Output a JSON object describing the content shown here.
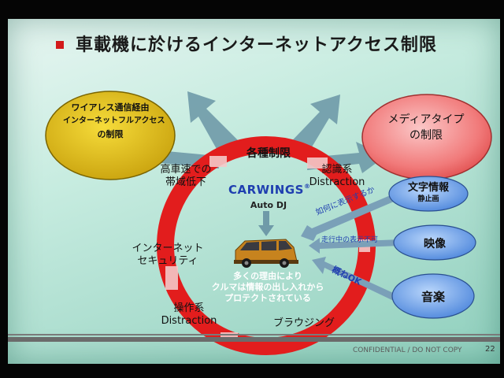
{
  "slide": {
    "title": "車載機に於けるインターネットアクセス制限",
    "footer": "CONFIDENTIAL / DO NOT COPY",
    "page_number": "22"
  },
  "ellipses": {
    "wireless_line1": "ワイアレス通信経由",
    "wireless_line2": "インターネットフルアクセス",
    "wireless_line3": "の制限",
    "media_line1": "メディアタイプ",
    "media_line2": "の制限"
  },
  "ring": {
    "top_label": "各種制限",
    "highspeed_line1": "高車速での",
    "highspeed_line2": "帯域低下",
    "recognition_line1": "認識系",
    "recognition_line2": "Distraction",
    "security_line1": "インターネット",
    "security_line2": "セキュリティ",
    "reasons_line1": "多くの理由により",
    "reasons_line2": "クルマは情報の出し入れから",
    "reasons_line3": "プロテクトされている",
    "operation_line1": "操作系",
    "operation_line2": "Distraction",
    "browsing": "ブラウジング"
  },
  "brand": {
    "logo_text": "CARWINGS",
    "reg_mark": "®",
    "subtitle": "Auto DJ"
  },
  "media_types": {
    "text_line1": "文字情報",
    "text_line2": "静止画",
    "video": "映像",
    "music": "音楽"
  },
  "arrows": {
    "how_to_display": "如何に表示するか",
    "no_display_driving": "走行中の表示不可",
    "generally_ok": "概ねOK"
  },
  "colors": {
    "ring": "#e21d1d",
    "wireless_ellipse": "#e3c21c",
    "media_ellipse": "#ee6b6b",
    "blue_ellipse": "#5f9ae8",
    "arrow": "#6f9aa8",
    "title_bullet": "#d21a1a"
  }
}
